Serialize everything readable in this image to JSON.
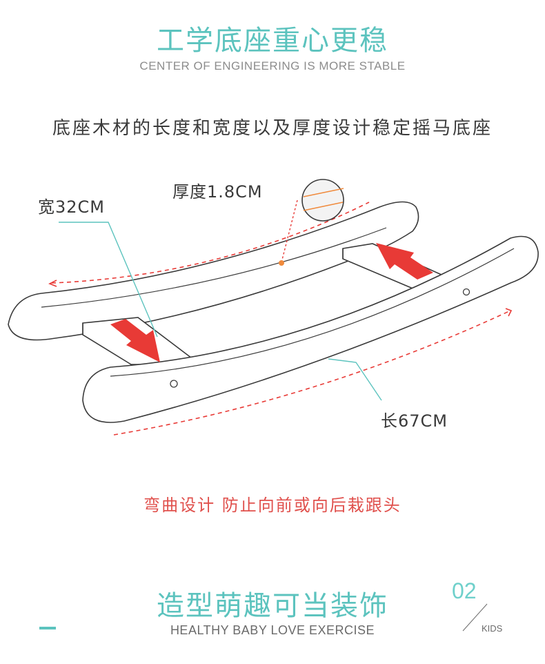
{
  "section1": {
    "title": "工学底座重心更稳",
    "subtitle": "CENTER OF ENGINEERING IS MORE STABLE",
    "description": "底座木材的长度和宽度以及厚度设计稳定摇马底座"
  },
  "dimensions": {
    "width": "宽32CM",
    "thickness": "厚度1.8CM",
    "length": "长67CM"
  },
  "curve_note": "弯曲设计 防止向前或向后栽跟头",
  "section2": {
    "title": "造型萌趣可当装饰",
    "subtitle": "HEALTHY BABY LOVE EXERCISE",
    "badge_number": "02",
    "badge_text": "KIDS"
  },
  "colors": {
    "teal": "#5cc3be",
    "red": "#e83a36",
    "outline": "#3a3a3a",
    "wood_line": "#f08a3c"
  }
}
